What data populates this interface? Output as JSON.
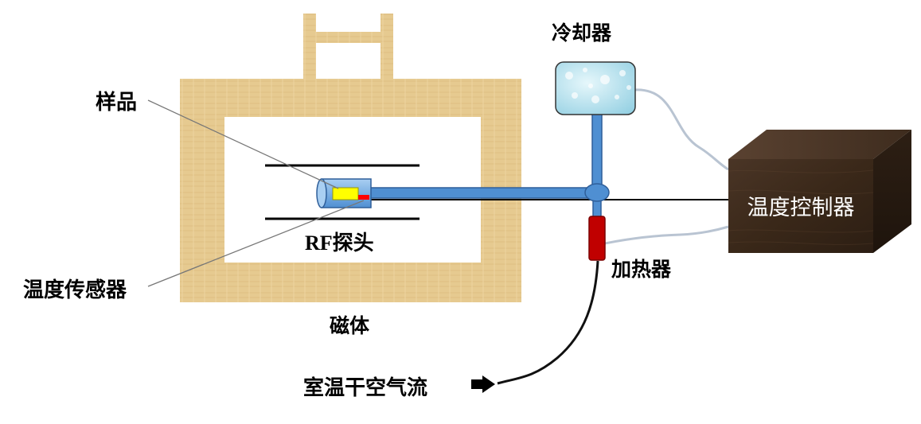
{
  "labels": {
    "sample": "样品",
    "temp_sensor": "温度传感器",
    "rf_probe_prefix": "RF",
    "rf_probe_suffix": "探头",
    "magnet": "磁体",
    "cooler": "冷却器",
    "heater": "加热器",
    "controller": "温度控制器",
    "air_flow": "室温干空气流"
  },
  "colors": {
    "magnet": "#e5c98f",
    "pipe": "#4f8fd2",
    "pipe_edge": "#2f5f9a",
    "sample": "#ffff00",
    "sensor": "#ff0000",
    "heater": "#c00000",
    "cooler": "#b9e3ef",
    "controller": "#3d2b1f",
    "cable": "#b9c4d2"
  }
}
